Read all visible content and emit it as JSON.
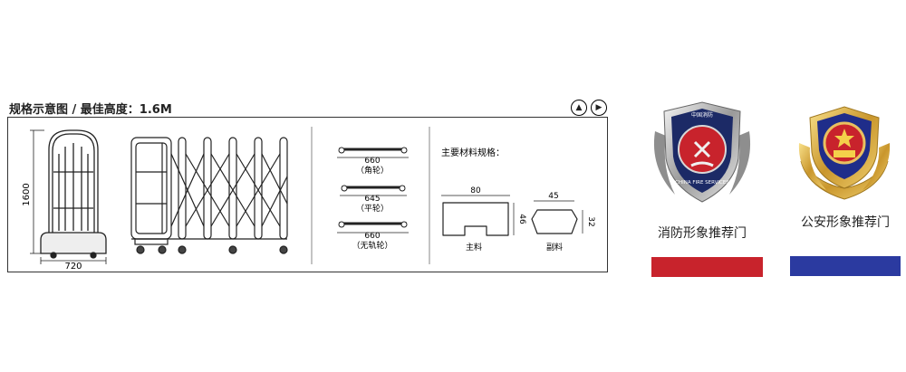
{
  "spec": {
    "title": "规格示意图 / 最佳高度：1.6M",
    "nav": {
      "prev_icon": "▲",
      "next_icon": "▶"
    },
    "gate_front": {
      "height_dim": "1600",
      "width_dim": "720"
    },
    "wheels": [
      {
        "dim": "660",
        "label": "（角轮）"
      },
      {
        "dim": "645",
        "label": "（平轮）"
      },
      {
        "dim": "660",
        "label": "（无轨轮）"
      }
    ],
    "materials": {
      "title": "主要材料规格：",
      "main": {
        "width": "80",
        "height": "46",
        "label": "主料"
      },
      "secondary": {
        "width": "45",
        "height": "32",
        "label": "副料"
      }
    }
  },
  "badges": [
    {
      "label": "消防形象推荐门",
      "color": "#c8232c",
      "emblem_text": "CHINA FIRE SERVICES",
      "emblem_top": "中国消防"
    },
    {
      "label": "公安形象推荐门",
      "color": "#2b3aa0"
    }
  ]
}
